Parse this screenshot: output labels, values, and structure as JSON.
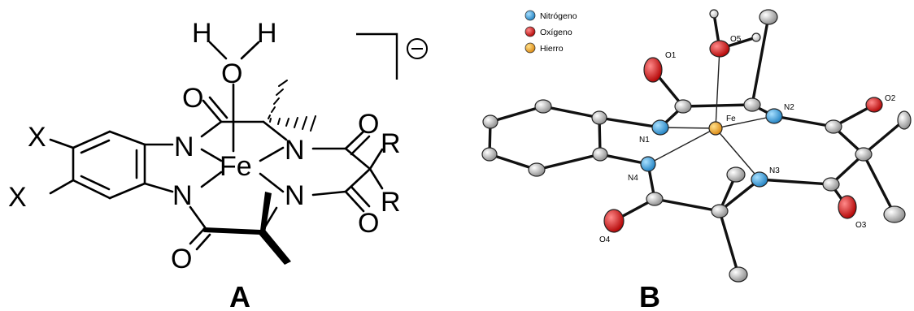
{
  "panel_a": {
    "label": "A",
    "charge_symbol": "⊖",
    "atoms": {
      "h_left": "H",
      "h_right": "H",
      "o_water": "O",
      "o_carbonyl_top": "O",
      "o_carbonyl_right_top": "O",
      "o_carbonyl_right_bottom": "O",
      "o_carbonyl_bottom": "O",
      "fe": "Fe",
      "n_top_left": "N",
      "n_top_right": "N",
      "n_bottom_left": "N",
      "n_bottom_right": "N",
      "x_top": "X",
      "x_bottom": "X",
      "r_top": "R",
      "r_bottom": "R"
    }
  },
  "panel_b": {
    "label": "B",
    "legend": [
      {
        "label": "Nitrógeno",
        "color": "#2f9bd8"
      },
      {
        "label": "Oxígeno",
        "color": "#d42020"
      },
      {
        "label": "Hierro",
        "color": "#e89a1e"
      }
    ],
    "atom_labels": {
      "o1": "O1",
      "o2": "O2",
      "o3": "O3",
      "o4": "O4",
      "o5": "O5",
      "n1": "N1",
      "n2": "N2",
      "n3": "N3",
      "n4": "N4",
      "fe": "Fe"
    }
  }
}
